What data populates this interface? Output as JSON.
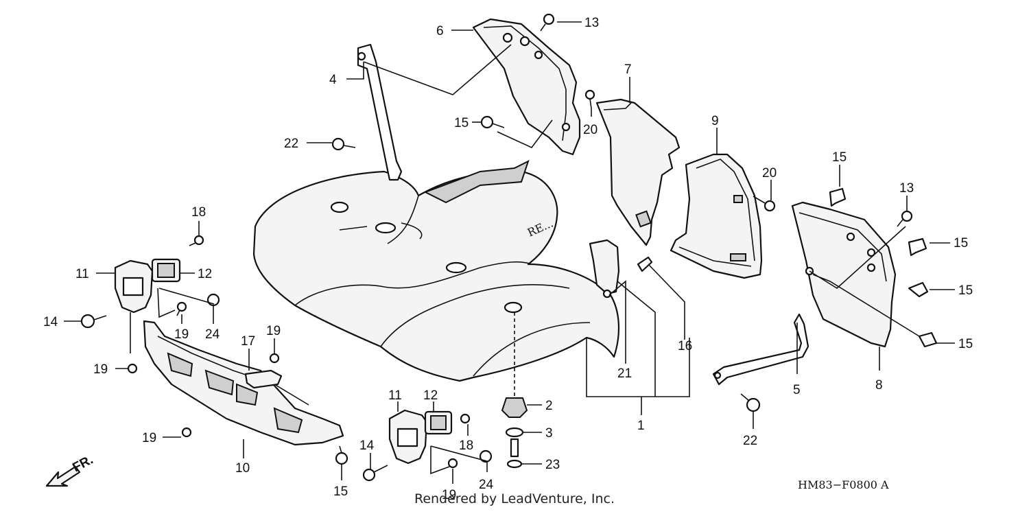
{
  "diagram_code": "HM83−F0800 A",
  "footer_text": "Rendered by LeadVenture, Inc.",
  "direction_label": "FR.",
  "emblem_text": "RE...",
  "callouts": {
    "c1": "1",
    "c2": "2",
    "c3": "3",
    "c4": "4",
    "c5": "5",
    "c6": "6",
    "c7": "7",
    "c8": "8",
    "c9": "9",
    "c10": "10",
    "c11a": "11",
    "c11b": "11",
    "c12a": "12",
    "c12b": "12",
    "c13a": "13",
    "c13b": "13",
    "c14a": "14",
    "c14b": "14",
    "c15a": "15",
    "c15b": "15",
    "c15c": "15",
    "c15d": "15",
    "c15e": "15",
    "c15f": "15",
    "c16": "16",
    "c17": "17",
    "c18a": "18",
    "c18b": "18",
    "c19a": "19",
    "c19b": "19",
    "c19c": "19",
    "c19d": "19",
    "c19e": "19",
    "c20a": "20",
    "c20b": "20",
    "c21": "21",
    "c22a": "22",
    "c22b": "22",
    "c23": "23",
    "c24a": "24",
    "c24b": "24"
  }
}
